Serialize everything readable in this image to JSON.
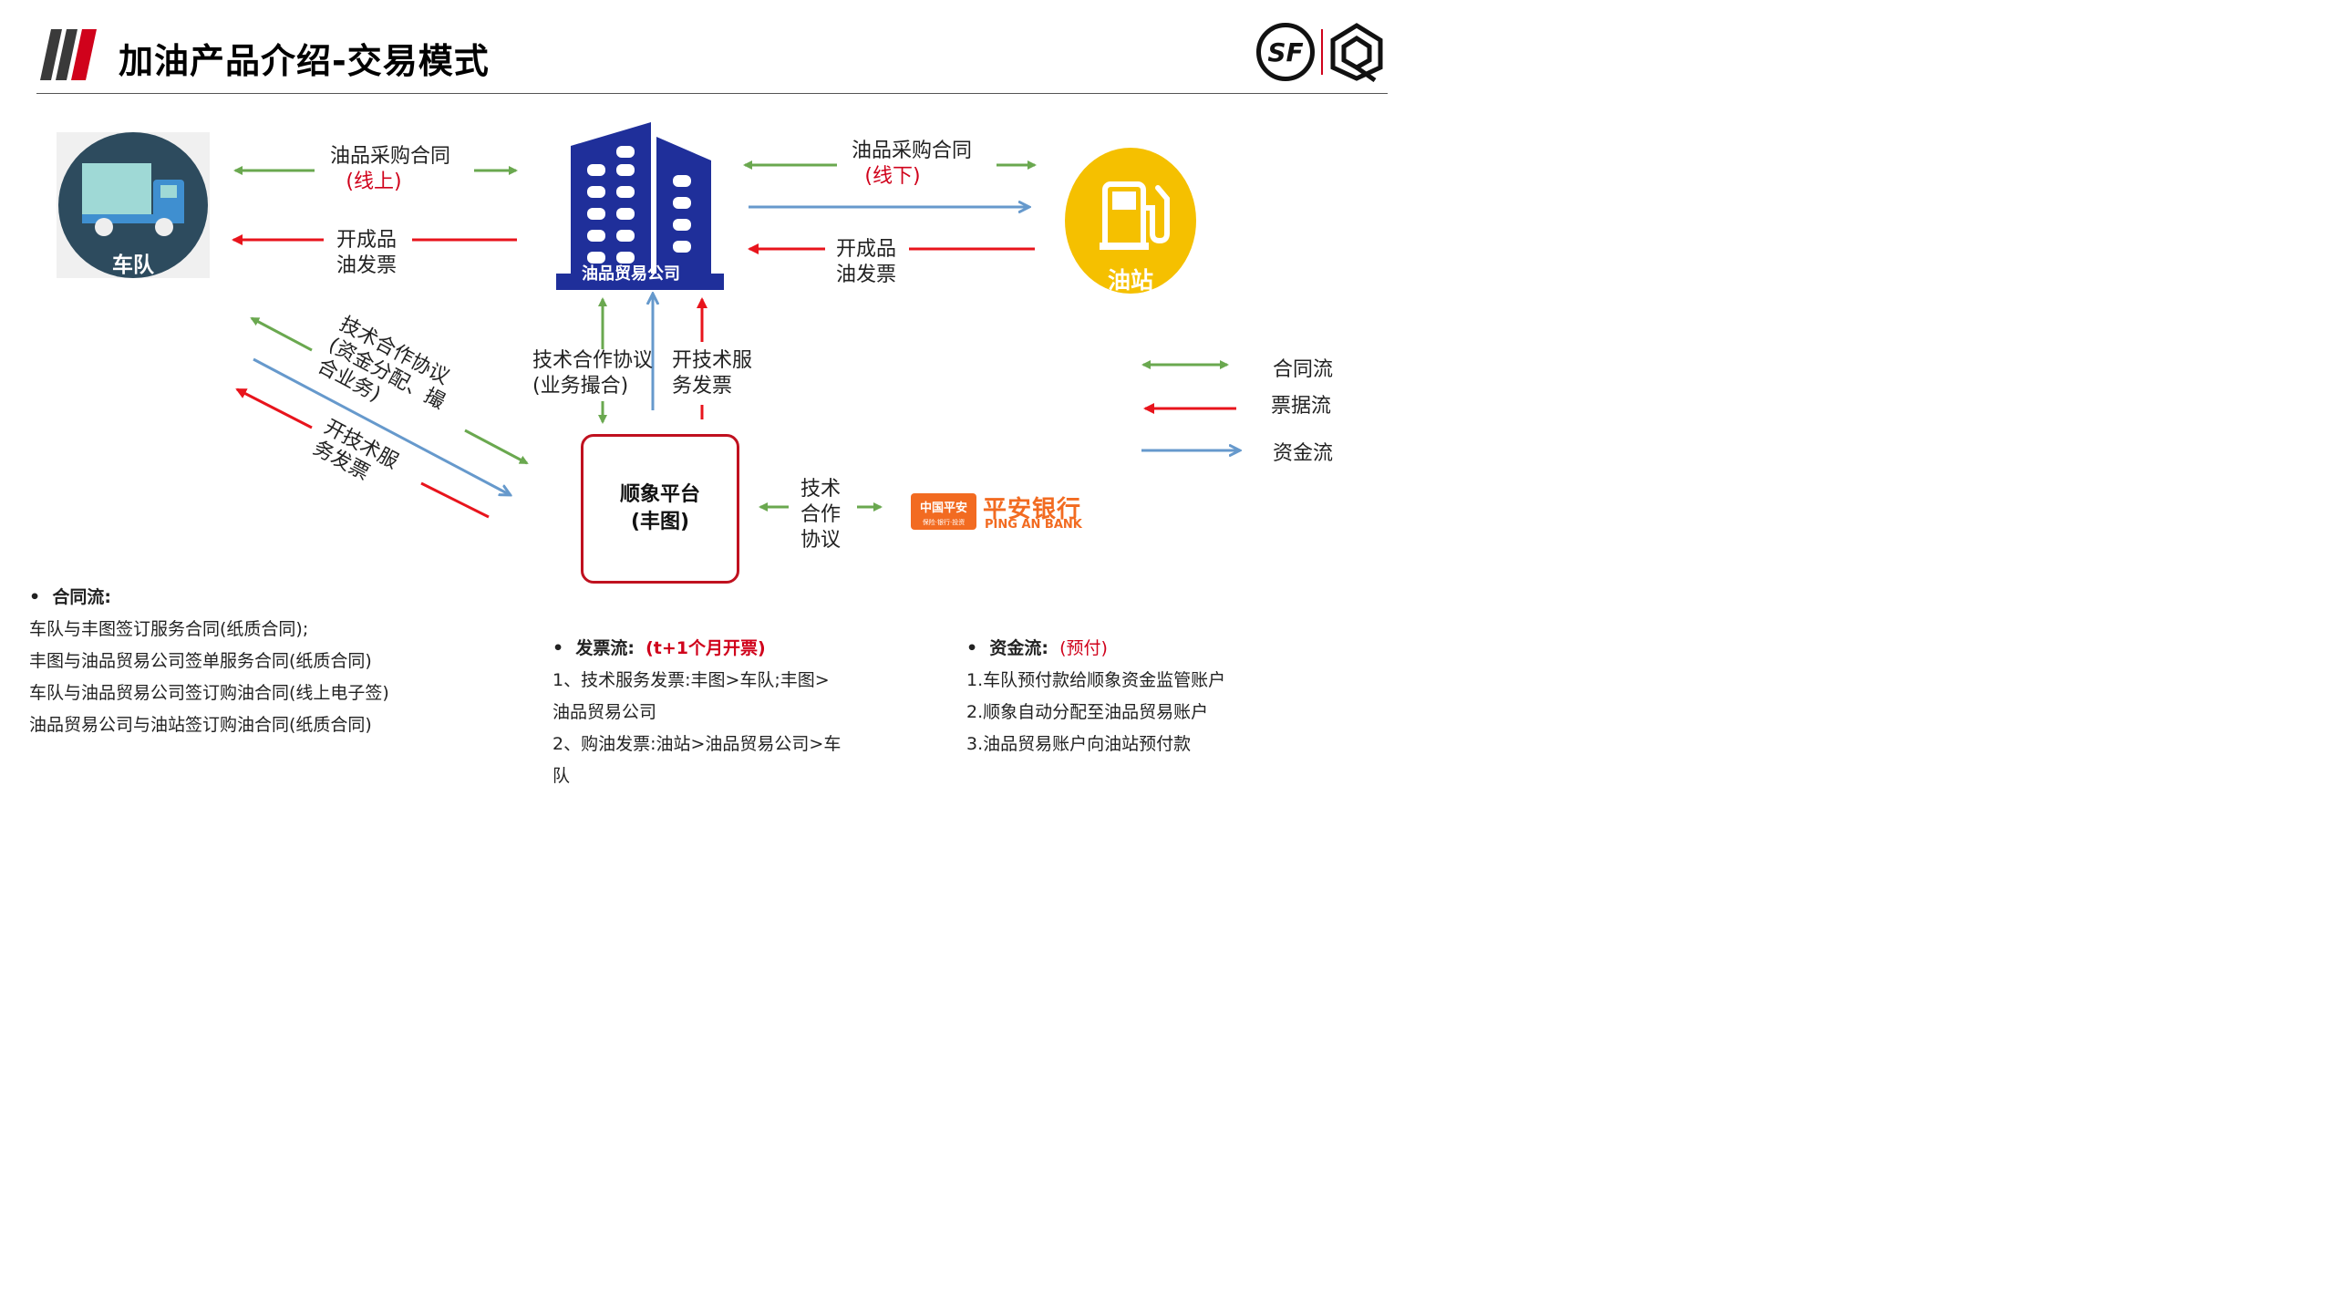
{
  "header": {
    "title": "加油产品介绍-交易模式",
    "logo_sf": "SF"
  },
  "nodes": {
    "fleet": "车队",
    "trade_company": "油品贸易公司",
    "gas_station": "油站",
    "platform_line1": "顺象平台",
    "platform_line2": "(丰图)",
    "bank_cn": "平安银行",
    "bank_en": "PING AN BANK",
    "bank_badge": "中国平安",
    "bank_badge_sub": "保险·银行·投资"
  },
  "arrows": {
    "fleet_contract_line1": "油品采购合同",
    "fleet_contract_line2": "(线上)",
    "fleet_invoice_line1": "开成品",
    "fleet_invoice_line2": "油发票",
    "station_contract_line1": "油品采购合同",
    "station_contract_line2": "(线下)",
    "station_invoice_line1": "开成品",
    "station_invoice_line2": "油发票",
    "diag_line1": "技术合作协议",
    "diag_line2": "(资金分配、撮",
    "diag_line3": "合业务)",
    "diag_invoice_line1": "开技术服",
    "diag_invoice_line2": "务发票",
    "mid_left_line1": "技术合作协议",
    "mid_left_line2": "(业务撮合)",
    "mid_right_line1": "开技术服",
    "mid_right_line2": "务发票",
    "bank_line1": "技术",
    "bank_line2": "合作",
    "bank_line3": "协议"
  },
  "legend": {
    "contract": "合同流",
    "invoice": "票据流",
    "funds": "资金流"
  },
  "notes": {
    "contract_title": "合同流:",
    "contract_items": [
      "车队与丰图签订服务合同(纸质合同);",
      "丰图与油品贸易公司签单服务合同(纸质合同)",
      "车队与油品贸易公司签订购油合同(线上电子签)",
      "油品贸易公司与油站签订购油合同(纸质合同)"
    ],
    "invoice_title": "发票流:",
    "invoice_note": "(t+1个月开票)",
    "invoice_items": [
      "1、技术服务发票:丰图>车队;丰图>",
      "油品贸易公司",
      "2、购油发票:油站>油品贸易公司>车",
      "队"
    ],
    "funds_title": "资金流:",
    "funds_note": "(预付)",
    "funds_items": [
      "1.车队预付款给顺象资金监管账户",
      "2.顺象自动分配至油品贸易账户",
      "3.油品贸易账户向油站预付款"
    ]
  },
  "colors": {
    "contract_green": "#6aa84f",
    "invoice_red": "#e8141c",
    "funds_blue": "#6699cc",
    "building_blue": "#1f2f9a",
    "station_yellow": "#f5c000",
    "fleet_dark": "#2d4b5e",
    "bank_orange": "#f26b21"
  }
}
